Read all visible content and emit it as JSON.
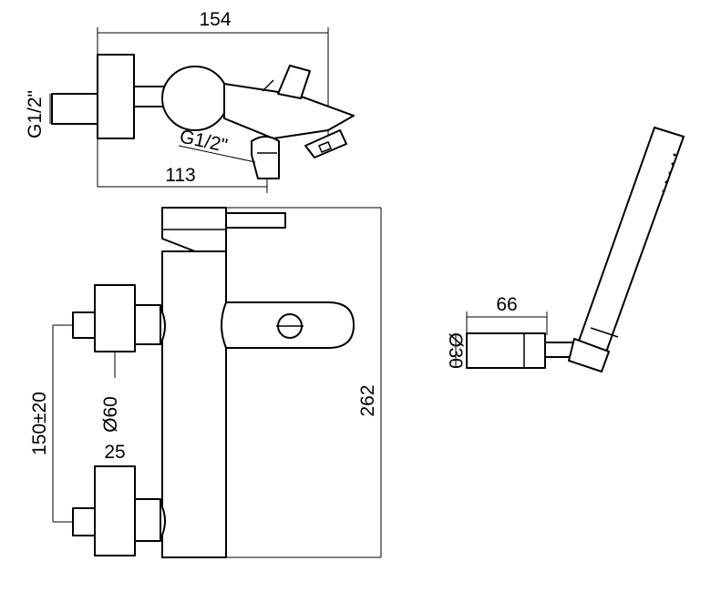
{
  "dimensions": {
    "overall_width_top": "154",
    "inlet_thread_left": "G1/2\"",
    "outlet_thread": "G1/2\"",
    "spout_projection": "113",
    "overall_height": "262",
    "flange_diameter": "Ø60",
    "inlet_centres": "150±20",
    "flange_depth": "25",
    "handshower_length": "66",
    "handshower_diameter": "Ø30"
  }
}
